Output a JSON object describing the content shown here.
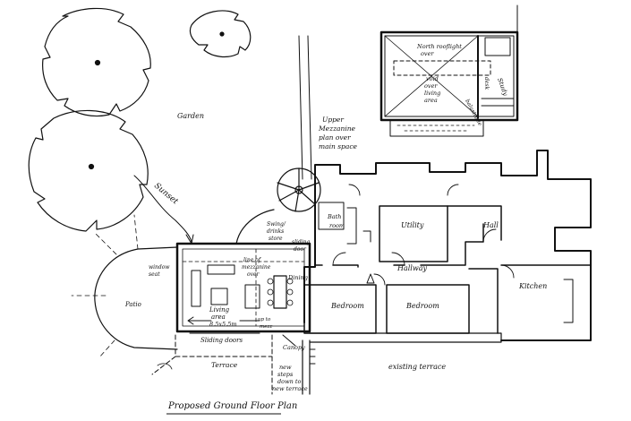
{
  "labels": {
    "garden": "Garden",
    "sunset": "Sunset",
    "upper_mezzanine": [
      "Upper",
      "Mezzanine",
      "plan over",
      "main space"
    ],
    "north_rooflight": [
      "North rooflight",
      "over"
    ],
    "void_over_living": [
      "void",
      "over",
      "living",
      "area"
    ],
    "balustrade": "balustrade",
    "desk": "desk",
    "study": "Study",
    "bath_room": [
      "Bath",
      "room"
    ],
    "utility": "Utility",
    "hall": "Hall",
    "swing_drinks_store": [
      "Swing/",
      "drinks",
      "store"
    ],
    "sliding_door": [
      "sliding",
      "door"
    ],
    "line_of_mezzanine": [
      "line of",
      "mezzanine",
      "over"
    ],
    "window_seat": [
      "window",
      "seat"
    ],
    "dining": "Dining",
    "patio": "Patio",
    "living_area": [
      "Living",
      "area",
      "8.5x5.5m"
    ],
    "up_to_mezzanine": [
      "up to",
      "mezz"
    ],
    "sliding_doors": "Sliding doors",
    "canopy": "Canopy",
    "terrace": "Terrace",
    "new_steps": [
      "new",
      "steps",
      "down to",
      "new terrace"
    ],
    "hallway": "Hallway",
    "bedroom_1": "Bedroom",
    "bedroom_2": "Bedroom",
    "kitchen": "Kitchen",
    "existing_terrace": "existing terrace",
    "title": "Proposed Ground Floor Plan"
  }
}
